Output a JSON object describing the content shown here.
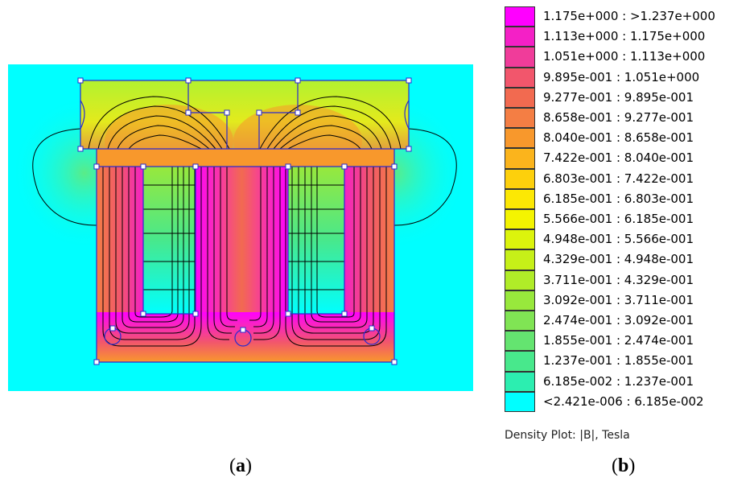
{
  "figure": {
    "panel_a_label": {
      "open": "(",
      "letter": "a",
      "close": ")"
    },
    "panel_b_label": {
      "open": "(",
      "letter": "b",
      "close": ")"
    }
  },
  "legend": {
    "title": "Density Plot: |B|, Tesla",
    "entries": [
      {
        "label": "1.175e+000 : >1.237e+000",
        "color": "#ff00ff"
      },
      {
        "label": "1.113e+000 : 1.175e+000",
        "color": "#f420c6"
      },
      {
        "label": "1.051e+000 : 1.113e+000",
        "color": "#f03c9a"
      },
      {
        "label": "9.895e-001 : 1.051e+000",
        "color": "#f2566c"
      },
      {
        "label": "9.277e-001 : 9.895e-001",
        "color": "#f26a50"
      },
      {
        "label": "8.658e-001 : 9.277e-001",
        "color": "#f47e44"
      },
      {
        "label": "8.040e-001 : 8.658e-001",
        "color": "#f8982c"
      },
      {
        "label": "7.422e-001 : 8.040e-001",
        "color": "#fbb41c"
      },
      {
        "label": "6.803e-001 : 7.422e-001",
        "color": "#fdd00c"
      },
      {
        "label": "6.185e-001 : 6.803e-001",
        "color": "#fce804"
      },
      {
        "label": "5.566e-001 : 6.185e-001",
        "color": "#f4f400"
      },
      {
        "label": "4.948e-001 : 5.566e-001",
        "color": "#dcf40c"
      },
      {
        "label": "4.329e-001 : 4.948e-001",
        "color": "#c6f018"
      },
      {
        "label": "3.711e-001 : 4.329e-001",
        "color": "#b0ec28"
      },
      {
        "label": "3.092e-001 : 3.711e-001",
        "color": "#98e83c"
      },
      {
        "label": "2.474e-001 : 3.092e-001",
        "color": "#80e454"
      },
      {
        "label": "1.855e-001 : 2.474e-001",
        "color": "#64e470"
      },
      {
        "label": "1.237e-001 : 1.855e-001",
        "color": "#48e88c"
      },
      {
        "label": "6.185e-002 : 1.237e-001",
        "color": "#2ceeb0"
      },
      {
        "label": "<2.421e-006 : 6.185e-002",
        "color": "#00ffff"
      }
    ]
  },
  "plot": {
    "background_color": "#00ffff",
    "outline_color": "#2a2ad0",
    "flux_line_color": "#000000",
    "node_color": "#2a2ad0"
  }
}
